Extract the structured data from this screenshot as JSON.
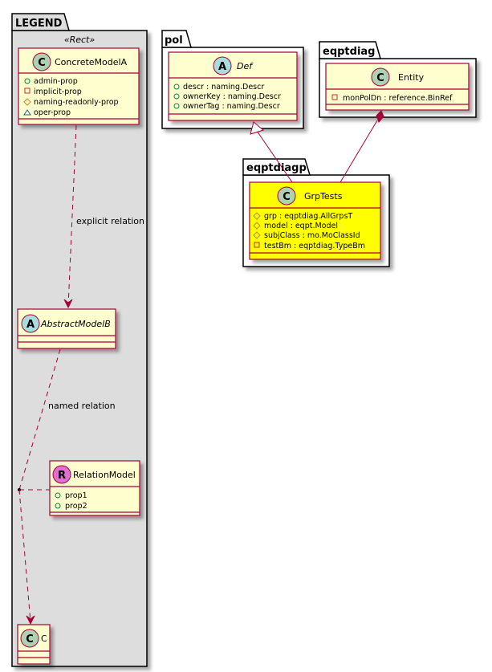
{
  "colors": {
    "class_fill": "#fefece",
    "class_highlight_fill": "#ffff00",
    "class_border": "#a80036",
    "legend_bg": "#dddddd",
    "icon_class": "#add1b2",
    "icon_abstract": "#a9dcdf",
    "icon_relation": "#e070d0",
    "vis_public": "#038048",
    "vis_private": "#c82930",
    "vis_protected": "#b38d22",
    "vis_package": "#1963a0"
  },
  "legend": {
    "title": "LEGEND",
    "stereotype": "«Rect»",
    "concrete": {
      "icon": "C",
      "name": "ConcreteModelA",
      "attributes": [
        {
          "vis": "public",
          "text": "admin-prop"
        },
        {
          "vis": "private",
          "text": "implicit-prop"
        },
        {
          "vis": "protected",
          "text": "naming-readonly-prop"
        },
        {
          "vis": "package",
          "text": "oper-prop"
        }
      ]
    },
    "explicit_label": "explicit relation",
    "abstract": {
      "icon": "A",
      "name": "AbstractModelB"
    },
    "named_label": "named relation",
    "relation": {
      "icon": "R",
      "name": "RelationModel",
      "attributes": [
        {
          "vis": "public",
          "text": "prop1"
        },
        {
          "vis": "public",
          "text": "prop2"
        }
      ]
    },
    "c_class": {
      "icon": "C",
      "name": "C"
    }
  },
  "packages": {
    "pol": {
      "title": "pol",
      "def": {
        "icon": "A",
        "name": "Def",
        "attributes": [
          {
            "vis": "public",
            "text": "descr : naming.Descr"
          },
          {
            "vis": "public",
            "text": "ownerKey : naming.Descr"
          },
          {
            "vis": "public",
            "text": "ownerTag : naming.Descr"
          }
        ]
      }
    },
    "eqptdiag": {
      "title": "eqptdiag",
      "entity": {
        "icon": "C",
        "name": "Entity",
        "attributes": [
          {
            "vis": "private",
            "text": "monPolDn : reference.BinRef"
          }
        ]
      }
    },
    "eqptdiagp": {
      "title": "eqptdiagp",
      "grptests": {
        "icon": "C",
        "name": "GrpTests",
        "attributes": [
          {
            "vis": "protected",
            "text": "grp : eqptdiag.AllGrpsT"
          },
          {
            "vis": "protected",
            "text": "model : eqpt.Model"
          },
          {
            "vis": "protected",
            "text": "subjClass : mo.MoClassId"
          },
          {
            "vis": "private",
            "text": "testBm : eqptdiag.TypeBm"
          }
        ]
      }
    }
  }
}
